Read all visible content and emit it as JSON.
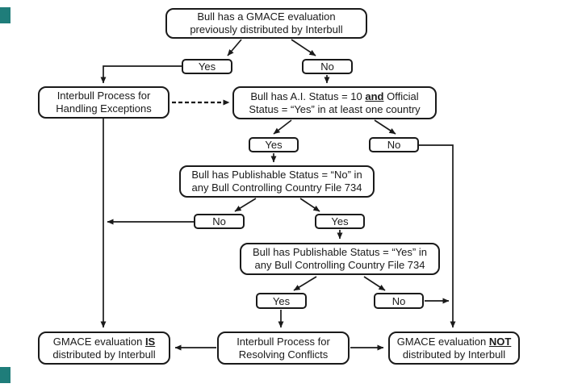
{
  "colors": {
    "line": "#1a1a1a",
    "box_background": "#ffffff",
    "edge_marker": "#1f7d7a"
  },
  "flowchart": {
    "nodes": {
      "start": {
        "line1": "Bull has a GMACE evaluation",
        "line2": "previously distributed by Interbull"
      },
      "yes1": {
        "label": "Yes"
      },
      "no1": {
        "label": "No"
      },
      "handling_exceptions": {
        "line1": "Interbull Process for",
        "line2": "Handling Exceptions"
      },
      "ai_status": {
        "line1_pre": "Bull has A.I. Status = 10 ",
        "line1_em": "and",
        "line1_post": " Official",
        "line2": "Status = “Yes” in at least one country"
      },
      "yes2": {
        "label": "Yes"
      },
      "no2": {
        "label": "No"
      },
      "publishable_no": {
        "line1": "Bull has Publishable Status = “No” in",
        "line2": "any Bull Controlling Country File 734"
      },
      "no3": {
        "label": "No"
      },
      "yes3": {
        "label": "Yes"
      },
      "publishable_yes": {
        "line1": "Bull has Publishable Status = “Yes” in",
        "line2": "any Bull Controlling Country File 734"
      },
      "yes4": {
        "label": "Yes"
      },
      "no4": {
        "label": "No"
      },
      "is_distributed": {
        "line1_pre": "GMACE evaluation ",
        "line1_em": "IS",
        "line2": "distributed by Interbull"
      },
      "resolving_conflicts": {
        "line1": "Interbull Process for",
        "line2": "Resolving Conflicts"
      },
      "not_distributed": {
        "line1_pre": "GMACE evaluation ",
        "line1_em": "NOT",
        "line2": "distributed by Interbull"
      }
    },
    "edges": [
      {
        "from": "start",
        "to": "yes1",
        "style": "solid"
      },
      {
        "from": "start",
        "to": "no1",
        "style": "solid"
      },
      {
        "from": "yes1",
        "to": "handling_exceptions",
        "style": "solid"
      },
      {
        "from": "handling_exceptions",
        "to": "ai_status",
        "style": "dashed"
      },
      {
        "from": "no1",
        "to": "ai_status",
        "style": "solid"
      },
      {
        "from": "ai_status",
        "to": "yes2",
        "style": "solid"
      },
      {
        "from": "ai_status",
        "to": "no2",
        "style": "solid"
      },
      {
        "from": "yes2",
        "to": "publishable_no",
        "style": "solid"
      },
      {
        "from": "no2",
        "to": "not_distributed",
        "style": "solid"
      },
      {
        "from": "publishable_no",
        "to": "no3",
        "style": "solid"
      },
      {
        "from": "publishable_no",
        "to": "yes3",
        "style": "solid"
      },
      {
        "from": "no3",
        "to": "is_distributed",
        "style": "solid"
      },
      {
        "from": "yes3",
        "to": "publishable_yes",
        "style": "solid"
      },
      {
        "from": "handling_exceptions",
        "to": "is_distributed",
        "style": "solid"
      },
      {
        "from": "publishable_yes",
        "to": "yes4",
        "style": "solid"
      },
      {
        "from": "publishable_yes",
        "to": "no4",
        "style": "solid"
      },
      {
        "from": "yes4",
        "to": "resolving_conflicts",
        "style": "solid"
      },
      {
        "from": "no4",
        "to": "not_distributed",
        "style": "solid"
      },
      {
        "from": "resolving_conflicts",
        "to": "is_distributed",
        "style": "solid"
      },
      {
        "from": "resolving_conflicts",
        "to": "not_distributed",
        "style": "solid"
      }
    ]
  }
}
